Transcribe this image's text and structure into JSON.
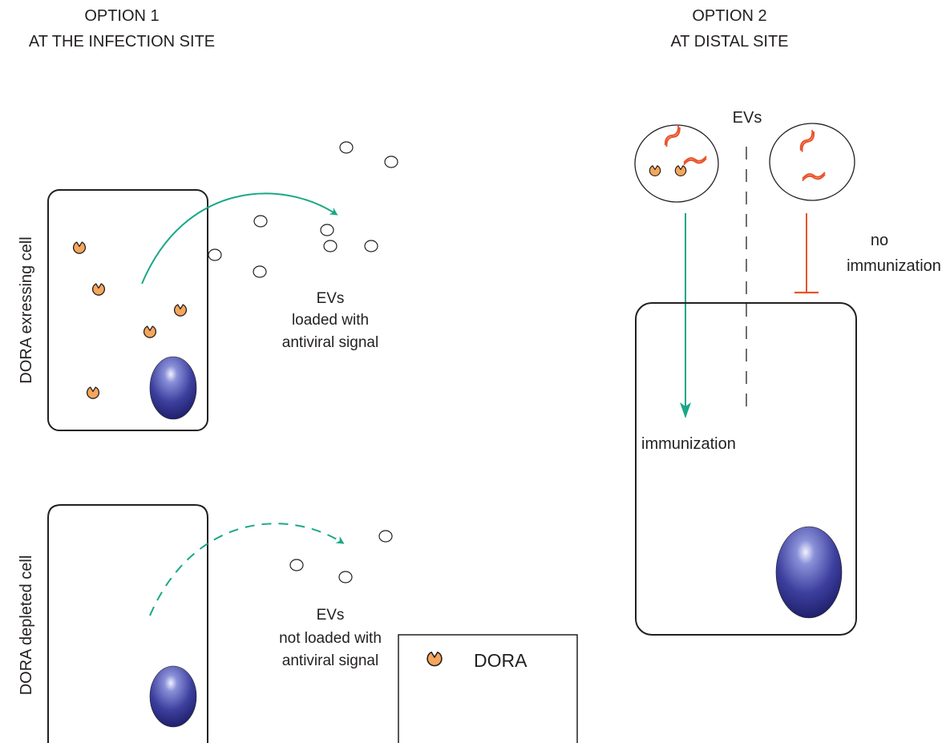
{
  "option1": {
    "title": "OPTION 1",
    "subtitle": "AT THE INFECTION SITE"
  },
  "option2": {
    "title": "OPTION 2",
    "subtitle": "AT DISTAL SITE"
  },
  "cells": {
    "expressing_label": "DORA exressing cell",
    "depleted_label": "DORA depleted cell"
  },
  "evs_loaded": {
    "line1": "EVs",
    "line2": "loaded with",
    "line3": "antiviral signal"
  },
  "evs_not_loaded": {
    "line1": "EVs",
    "line2": "not loaded with",
    "line3": "antiviral signal"
  },
  "distal": {
    "evs_label": "EVs",
    "immunization_label": "immunization",
    "no_immunization_line1": "no",
    "no_immunization_line2": "immunization"
  },
  "legend": {
    "label": "DORA"
  },
  "colors": {
    "dora_fill": "#f5a65b",
    "arrow_green": "#19a886",
    "inhibit_red": "#e8532b",
    "nucleus": "#3b3f9a",
    "outline": "#231f20"
  }
}
